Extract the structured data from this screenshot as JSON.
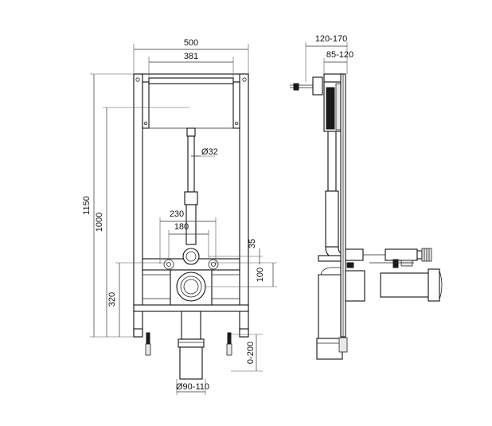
{
  "front_view": {
    "dimensions": {
      "frame_width": "500",
      "bracket_spacing": "381",
      "pipe_diameter": "Ø32",
      "outer_bolt_spacing": "230",
      "inner_bolt_spacing": "180",
      "bolt_offset": "35",
      "bolt_to_outlet": "100",
      "overall_height": "1150",
      "bracket_height": "1000",
      "outlet_height": "320",
      "outlet_diameter": "Ø90-110"
    }
  },
  "side_view": {
    "dimensions": {
      "depth_range": "120-170",
      "inner_depth_range": "85-120",
      "feet_adjustment": "0-200"
    }
  }
}
